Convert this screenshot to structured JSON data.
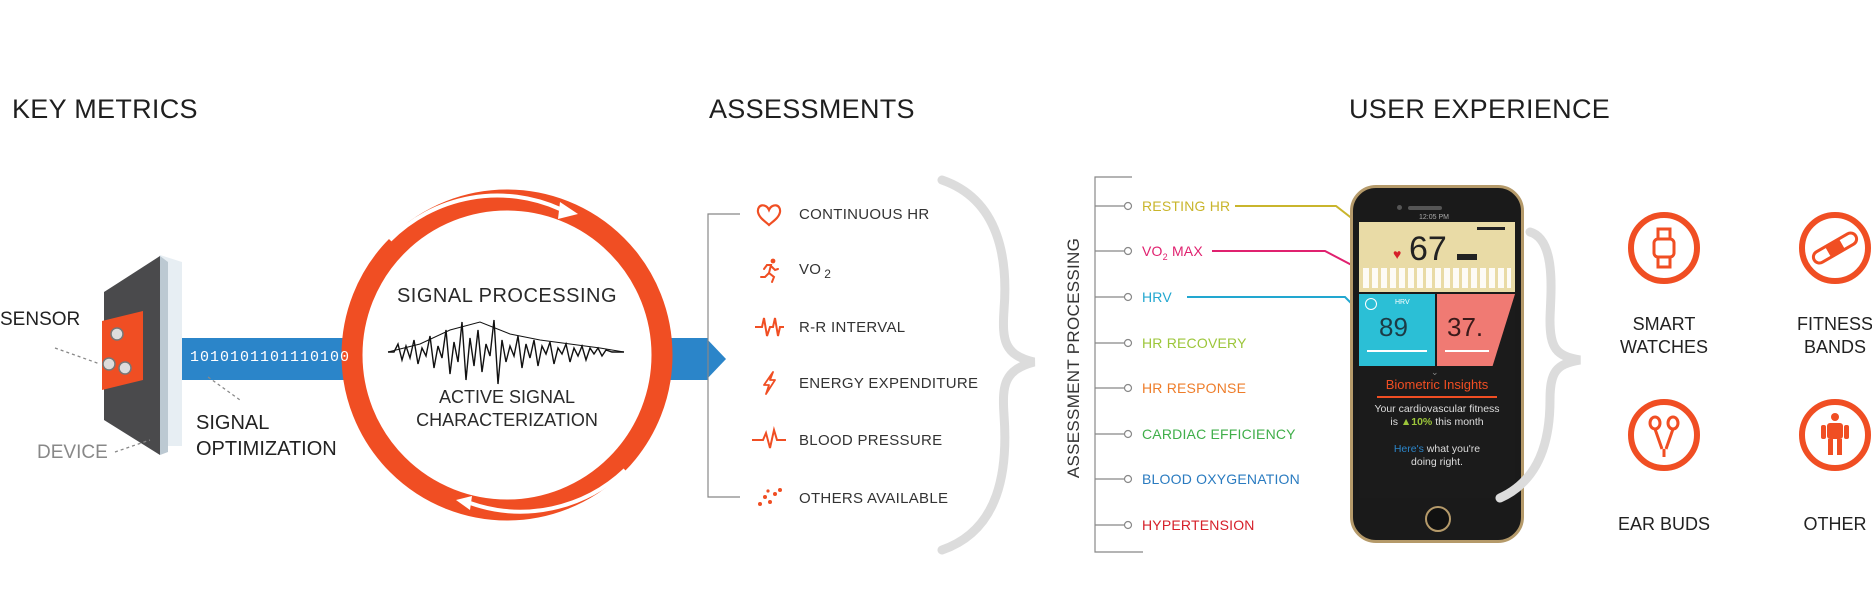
{
  "headings": {
    "key_metrics": "KEY METRICS",
    "assessments": "ASSESSMENTS",
    "user_experience": "USER EXPERIENCE"
  },
  "sensor": {
    "sensor_label": "SENSOR",
    "device_label": "DEVICE",
    "binary": "1010101101110100",
    "signal_opt_line1": "SIGNAL",
    "signal_opt_line2": "OPTIMIZATION"
  },
  "processing": {
    "title": "SIGNAL PROCESSING",
    "sub_line1": "ACTIVE SIGNAL",
    "sub_line2": "CHARACTERIZATION"
  },
  "assessments": [
    {
      "label": "CONTINUOUS HR",
      "icon": "heart-icon"
    },
    {
      "label": "VO",
      "sub": "2",
      "icon": "runner-icon"
    },
    {
      "label": "R-R INTERVAL",
      "icon": "rr-pulse-icon"
    },
    {
      "label": "ENERGY EXPENDITURE",
      "icon": "lightning-icon"
    },
    {
      "label": "BLOOD PRESSURE",
      "icon": "pulse-icon"
    },
    {
      "label": "OTHERS AVAILABLE",
      "icon": "scatter-icon"
    }
  ],
  "assessment_processing_label": "ASSESSMENT PROCESSING",
  "metrics": [
    {
      "label": "RESTING HR",
      "color": "#c9b52c"
    },
    {
      "label": "VO",
      "sub": "2",
      "label_after": " MAX",
      "color": "#e0216f"
    },
    {
      "label": "HRV",
      "color": "#22a7d0"
    },
    {
      "label": "HR RECOVERY",
      "color": "#9cc63a"
    },
    {
      "label": "HR RESPONSE",
      "color": "#ee7d2a"
    },
    {
      "label": "CARDIAC EFFICIENCY",
      "color": "#3fae49"
    },
    {
      "label": "BLOOD OXYGENATION",
      "color": "#2a7bc0"
    },
    {
      "label": "HYPERTENSION",
      "color": "#d6202a"
    }
  ],
  "phone": {
    "status_time": "12:05 PM",
    "resting_hr": "67",
    "hrv_label": "HRV",
    "hrv_value": "89",
    "vo2_value": "37.",
    "insights_title": "Biometric Insights",
    "insight_line1": "Your cardiovascular fitness",
    "insight_is": "is ",
    "insight_pct": "▲10%",
    "insight_month": " this month",
    "heres": "Here's",
    "heres_rest": " what you're",
    "doing_right": "doing right."
  },
  "devices": [
    {
      "line1": "SMART",
      "line2": "WATCHES",
      "icon": "watch-icon"
    },
    {
      "line1": "FITNESS",
      "line2": "BANDS",
      "icon": "band-icon"
    },
    {
      "line1": "EAR BUDS",
      "line2": "",
      "icon": "earbuds-icon"
    },
    {
      "line1": "OTHER",
      "line2": "",
      "icon": "other-icon"
    }
  ],
  "colors": {
    "accent": "#f04e23",
    "blue": "#2b85c9",
    "brace": "#d9d9d9",
    "phone_gold": "#e9dba6",
    "phone_cyan": "#2bbfd6",
    "phone_salmon": "#f07a73"
  }
}
